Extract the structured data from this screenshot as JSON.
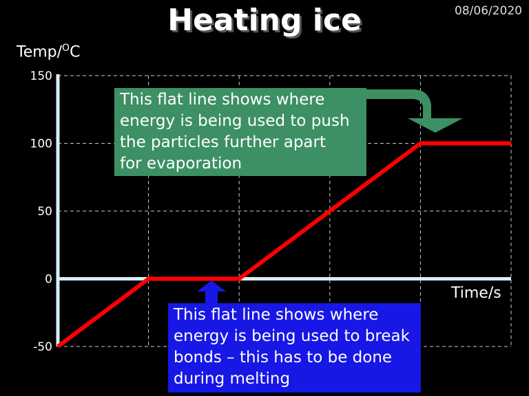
{
  "date": "08/06/2020",
  "chart_data": {
    "type": "line",
    "title": "Heating ice",
    "ylabel": "Temp/",
    "ylabel_unit_sup": "O",
    "ylabel_unit": "C",
    "xlabel": "Time/s",
    "ylim": [
      -50,
      150
    ],
    "xlim": [
      0,
      5
    ],
    "yticks": [
      150,
      100,
      50,
      0,
      -50
    ],
    "grid": true,
    "series": [
      {
        "values": [
          [
            0,
            -50
          ],
          [
            1,
            0
          ],
          [
            2,
            0
          ],
          [
            4,
            100
          ],
          [
            5,
            100
          ]
        ],
        "color": "#ff0000"
      }
    ]
  },
  "annotations": {
    "top": {
      "lines": [
        "This flat line shows where",
        "energy is being used to push",
        "the particles further apart",
        "for evaporation"
      ],
      "color": "#3c9064",
      "arrow_color": "#3c9064"
    },
    "bottom": {
      "lines": [
        "This flat line shows where",
        "energy is being used to break",
        "bonds – this has to be done",
        "during melting"
      ],
      "color": "#1717e6",
      "arrow_color": "#1717e6"
    }
  },
  "colors": {
    "axis": "#d6eef8",
    "grid": "#cccccc",
    "line": "#ff0000"
  }
}
